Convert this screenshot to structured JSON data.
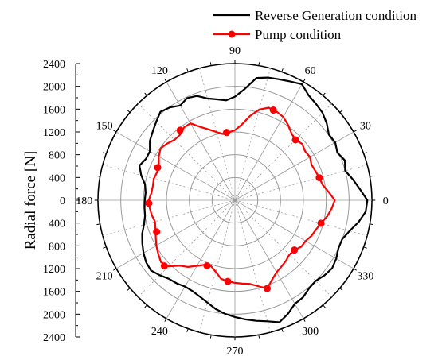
{
  "chart_data": {
    "type": "polar-line",
    "ylabel": "Radial force [N]",
    "radial_ticks": [
      "2400",
      "2000",
      "1600",
      "1200",
      "800",
      "400",
      "0",
      "400",
      "800",
      "1200",
      "1600",
      "2000",
      "2400"
    ],
    "r_max": 2400,
    "radial_grid": [
      400,
      800,
      1200,
      1600,
      2000,
      2400
    ],
    "angle_labels": [
      "0",
      "30",
      "60",
      "90",
      "120",
      "150",
      "180",
      "210",
      "240",
      "270",
      "300",
      "330"
    ],
    "grid": true,
    "legend_position": "top-right",
    "series": [
      {
        "name": "Reverse Generation condition",
        "color": "#000000",
        "marker": false,
        "points": [
          [
            0,
            2320
          ],
          [
            5,
            2200
          ],
          [
            10,
            2100
          ],
          [
            15,
            2000
          ],
          [
            20,
            2050
          ],
          [
            25,
            1980
          ],
          [
            30,
            2030
          ],
          [
            35,
            2010
          ],
          [
            40,
            2100
          ],
          [
            45,
            2170
          ],
          [
            50,
            2210
          ],
          [
            55,
            2250
          ],
          [
            60,
            2350
          ],
          [
            65,
            2300
          ],
          [
            70,
            2260
          ],
          [
            75,
            2230
          ],
          [
            80,
            2180
          ],
          [
            85,
            1960
          ],
          [
            90,
            1820
          ],
          [
            95,
            1760
          ],
          [
            100,
            1800
          ],
          [
            105,
            1850
          ],
          [
            110,
            1950
          ],
          [
            115,
            1980
          ],
          [
            120,
            1920
          ],
          [
            125,
            1990
          ],
          [
            130,
            2030
          ],
          [
            135,
            1950
          ],
          [
            140,
            1880
          ],
          [
            145,
            1820
          ],
          [
            150,
            1720
          ],
          [
            155,
            1720
          ],
          [
            160,
            1780
          ],
          [
            165,
            1700
          ],
          [
            170,
            1600
          ],
          [
            175,
            1570
          ],
          [
            180,
            1580
          ],
          [
            185,
            1590
          ],
          [
            190,
            1600
          ],
          [
            195,
            1650
          ],
          [
            200,
            1730
          ],
          [
            205,
            1790
          ],
          [
            210,
            1850
          ],
          [
            215,
            1900
          ],
          [
            220,
            1920
          ],
          [
            225,
            1860
          ],
          [
            230,
            1800
          ],
          [
            235,
            1780
          ],
          [
            240,
            1750
          ],
          [
            245,
            1760
          ],
          [
            250,
            1800
          ],
          [
            255,
            1860
          ],
          [
            260,
            1940
          ],
          [
            265,
            2000
          ],
          [
            270,
            2050
          ],
          [
            275,
            2100
          ],
          [
            280,
            2150
          ],
          [
            285,
            2200
          ],
          [
            290,
            2280
          ],
          [
            295,
            2200
          ],
          [
            300,
            2100
          ],
          [
            305,
            2080
          ],
          [
            310,
            2020
          ],
          [
            315,
            2000
          ],
          [
            320,
            2050
          ],
          [
            325,
            2080
          ],
          [
            330,
            2050
          ],
          [
            335,
            2000
          ],
          [
            340,
            2000
          ],
          [
            345,
            2080
          ],
          [
            350,
            2200
          ],
          [
            355,
            2300
          ],
          [
            360,
            2320
          ]
        ]
      },
      {
        "name": "Pump condition",
        "color": "#ff0000",
        "marker": true,
        "points": [
          [
            0,
            1750
          ],
          [
            5,
            1650
          ],
          [
            10,
            1560
          ],
          [
            15,
            1530
          ],
          [
            20,
            1500
          ],
          [
            25,
            1480
          ],
          [
            30,
            1520
          ],
          [
            35,
            1500
          ],
          [
            40,
            1540
          ],
          [
            45,
            1500
          ],
          [
            50,
            1540
          ],
          [
            55,
            1620
          ],
          [
            60,
            1690
          ],
          [
            65,
            1720
          ],
          [
            70,
            1730
          ],
          [
            75,
            1650
          ],
          [
            80,
            1500
          ],
          [
            85,
            1330
          ],
          [
            90,
            1230
          ],
          [
            95,
            1200
          ],
          [
            100,
            1180
          ],
          [
            105,
            1240
          ],
          [
            110,
            1320
          ],
          [
            115,
            1420
          ],
          [
            120,
            1560
          ],
          [
            125,
            1560
          ],
          [
            130,
            1500
          ],
          [
            135,
            1500
          ],
          [
            140,
            1550
          ],
          [
            145,
            1590
          ],
          [
            150,
            1540
          ],
          [
            155,
            1470
          ],
          [
            160,
            1450
          ],
          [
            165,
            1470
          ],
          [
            170,
            1460
          ],
          [
            175,
            1470
          ],
          [
            180,
            1510
          ],
          [
            185,
            1500
          ],
          [
            190,
            1480
          ],
          [
            195,
            1450
          ],
          [
            200,
            1480
          ],
          [
            205,
            1530
          ],
          [
            210,
            1590
          ],
          [
            215,
            1640
          ],
          [
            220,
            1690
          ],
          [
            225,
            1640
          ],
          [
            230,
            1500
          ],
          [
            235,
            1430
          ],
          [
            240,
            1330
          ],
          [
            245,
            1250
          ],
          [
            250,
            1230
          ],
          [
            255,
            1300
          ],
          [
            260,
            1400
          ],
          [
            265,
            1430
          ],
          [
            270,
            1450
          ],
          [
            275,
            1470
          ],
          [
            280,
            1490
          ],
          [
            285,
            1560
          ],
          [
            290,
            1650
          ],
          [
            295,
            1540
          ],
          [
            300,
            1460
          ],
          [
            305,
            1420
          ],
          [
            310,
            1390
          ],
          [
            315,
            1350
          ],
          [
            320,
            1360
          ],
          [
            325,
            1420
          ],
          [
            330,
            1430
          ],
          [
            335,
            1480
          ],
          [
            340,
            1510
          ],
          [
            345,
            1560
          ],
          [
            350,
            1640
          ],
          [
            355,
            1700
          ],
          [
            360,
            1750
          ]
        ],
        "markers": [
          [
            15,
            1530
          ],
          [
            45,
            1500
          ],
          [
            67,
            1720
          ],
          [
            97,
            1200
          ],
          [
            128,
            1560
          ],
          [
            157,
            1470
          ],
          [
            182,
            1510
          ],
          [
            202,
            1480
          ],
          [
            223,
            1690
          ],
          [
            247,
            1250
          ],
          [
            265,
            1430
          ],
          [
            290,
            1650
          ],
          [
            320,
            1360
          ],
          [
            345,
            1560
          ]
        ]
      }
    ]
  }
}
